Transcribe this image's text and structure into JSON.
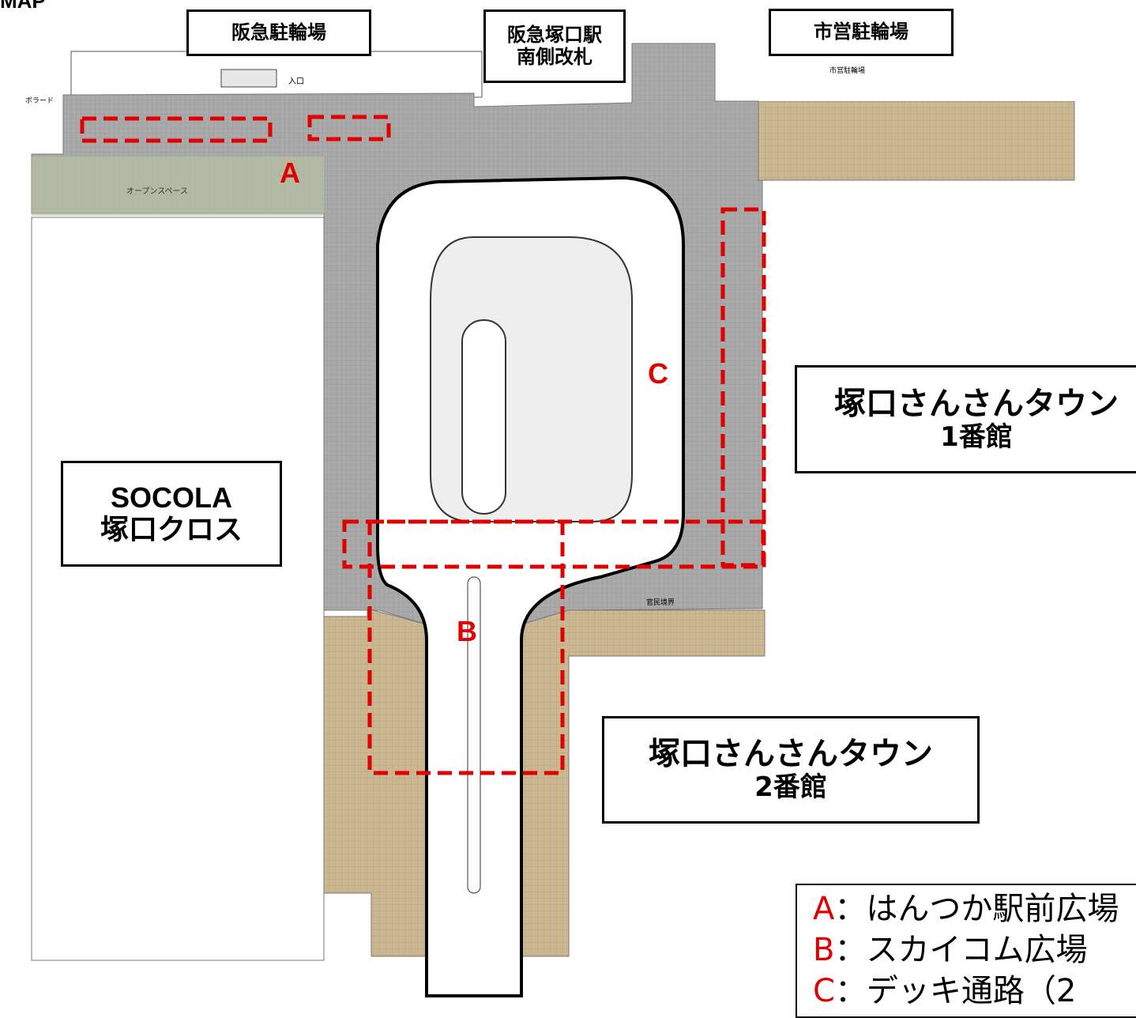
{
  "corner_label": "MAP",
  "labels": {
    "hankyu_parking": "阪急駐輪場",
    "station_exit_line1": "阪急塚口駅",
    "station_exit_line2": "南側改札",
    "city_parking": "市営駐輪場",
    "sansan1_line1": "塚口さんさんタウン",
    "sansan1_line2": "1番館",
    "socola_line1": "SOCOLA",
    "socola_line2": "塚口クロス",
    "sansan2_line1": "塚口さんさんタウン",
    "sansan2_line2": "2番館"
  },
  "small_labels": {
    "entrance": "入口",
    "bollard": "ボラード",
    "open_space": "オープンスペース",
    "city_parking_small": "市営駐輪場",
    "boundary": "官民境界"
  },
  "zones": {
    "a": "A",
    "b": "B",
    "c": "C"
  },
  "legend": [
    {
      "key": "A",
      "text": "：はんつか駅前広場"
    },
    {
      "key": "B",
      "text": "：スカイコム広場"
    },
    {
      "key": "C",
      "text": "：デッキ通路（2"
    }
  ],
  "colors": {
    "highlight": "#e00000",
    "paving": "#a9a9a9",
    "planting": "#c8b48c",
    "road": "#ffffff"
  }
}
